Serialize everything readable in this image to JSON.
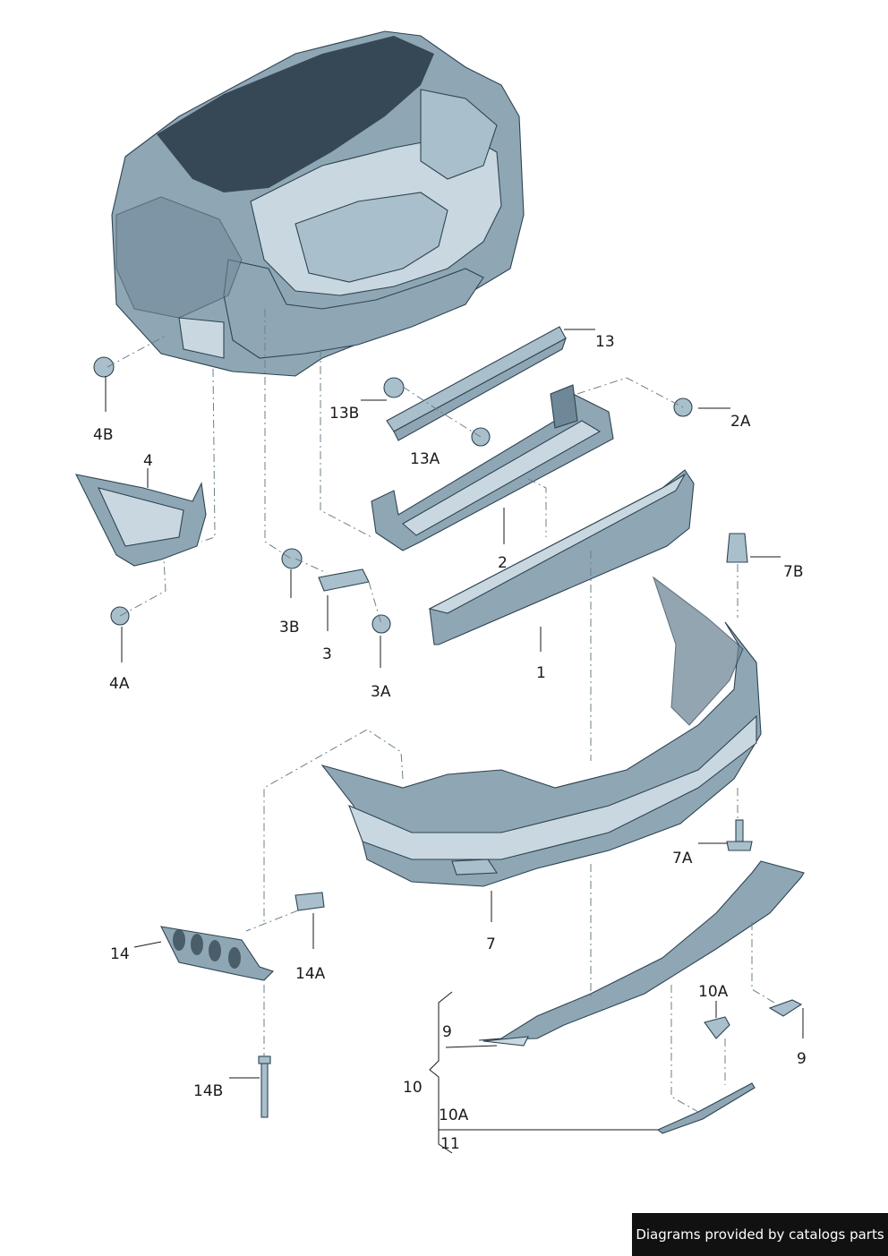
{
  "callouts": {
    "c13": "13",
    "c13b": "13B",
    "c13a": "13A",
    "c2a": "2A",
    "c4b": "4B",
    "c4": "4",
    "c2": "2",
    "c7b": "7B",
    "c1": "1",
    "c3b": "3B",
    "c3": "3",
    "c4a": "4A",
    "c3a": "3A",
    "c7a": "7A",
    "c7": "7",
    "c14": "14",
    "c14a": "14A",
    "c10a_top": "10A",
    "c9_left": "9",
    "c9_right": "9",
    "c10": "10",
    "c14b": "14B",
    "c10a_bottom": "10A",
    "c11": "11"
  },
  "credit": "Diagrams provided by catalogs parts",
  "colors": {
    "part_fill": "#8fa7b5",
    "part_light": "#c9d8e0",
    "part_outline": "#2e4452",
    "credit_bg": "#111111"
  }
}
